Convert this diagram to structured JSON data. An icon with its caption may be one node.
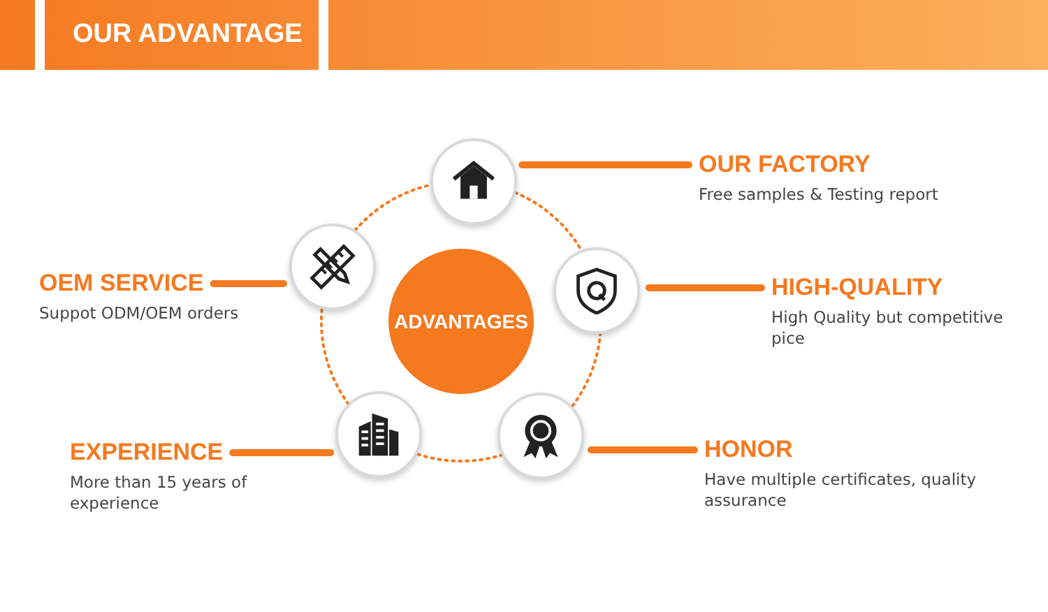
{
  "diagram": {
    "nodes": [
      {
        "text": [
          "OUR ADVANTAGE"
        ]
      },
      {
        "text": [
          "ADVANTAGES"
        ]
      },
      {
        "text": [],
        "shape": "circle"
      },
      {
        "text": [
          "OUR FACTORY",
          "Free samples & Testing report"
        ]
      },
      {
        "text": [],
        "shape": "circle"
      },
      {
        "text": [
          "OEM SERVICE",
          "Suppot ODM/OEM orders"
        ]
      },
      {
        "text": [],
        "shape": "circle"
      },
      {
        "text": [
          "HIGH-QUALITY",
          "High Quality but competitive pice"
        ]
      },
      {
        "text": [],
        "shape": "circle"
      },
      {
        "text": [
          "EXPERIENCE",
          "More than 15 years of experience"
        ]
      },
      {
        "text": [],
        "shape": "circle"
      },
      {
        "text": [
          "HONOR",
          "Have multiple certificates, quality assurance"
        ]
      }
    ],
    "edges": [
      {
        "from": 2,
        "to": 3,
        "arrow": "none",
        "style": "thick"
      },
      {
        "from": 4,
        "to": 5,
        "arrow": "none",
        "style": "thick"
      },
      {
        "from": 6,
        "to": 7,
        "arrow": "none",
        "style": "thick"
      },
      {
        "from": 8,
        "to": 9,
        "arrow": "none",
        "style": "thick"
      },
      {
        "from": 10,
        "to": 11,
        "arrow": "none",
        "style": "thick"
      },
      {
        "from": 2,
        "to": 6,
        "arrow": "none",
        "style": "dashed"
      },
      {
        "from": 6,
        "to": 10,
        "arrow": "none",
        "style": "dashed"
      },
      {
        "from": 10,
        "to": 8,
        "arrow": "none",
        "style": "dashed"
      },
      {
        "from": 8,
        "to": 4,
        "arrow": "none",
        "style": "dashed"
      },
      {
        "from": 4,
        "to": 2,
        "arrow": "none",
        "style": "dashed"
      }
    ]
  }
}
